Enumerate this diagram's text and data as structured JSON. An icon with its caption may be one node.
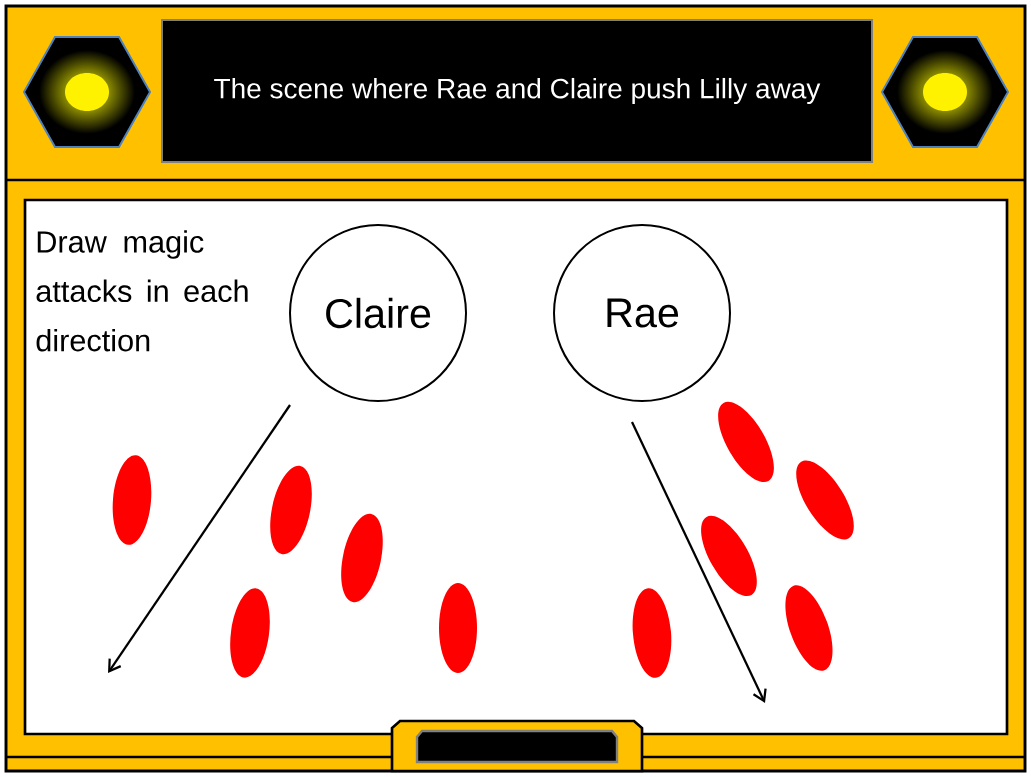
{
  "diagram": {
    "nodes": [
      {
        "text": [
          "The scene where Rae and Claire push Lilly away"
        ]
      },
      {
        "text": [
          "Claire"
        ]
      },
      {
        "text": [
          "Rae"
        ]
      }
    ],
    "labels": [
      "Draw magic attacks in each direction"
    ]
  }
}
